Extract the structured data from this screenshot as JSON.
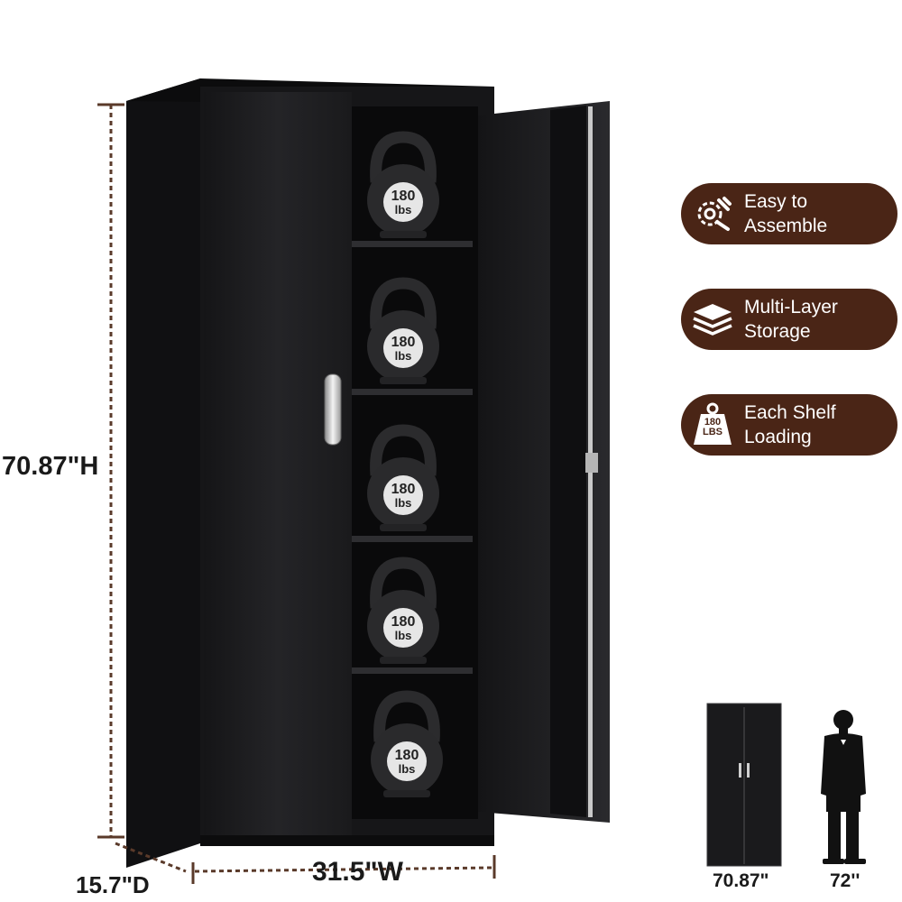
{
  "dimensions": {
    "height": "70.87\"H",
    "depth": "15.7\"D",
    "width": "31.5\"W"
  },
  "features": [
    {
      "icon": "gear-wrench-icon",
      "line1": "Easy to",
      "line2": "Assemble"
    },
    {
      "icon": "layers-icon",
      "line1": "Multi-Layer",
      "line2": "Storage"
    },
    {
      "icon": "weight-icon",
      "icon_text_top": "180",
      "icon_text_bottom": "LBS",
      "line1": "Each Shelf",
      "line2": "Loading"
    }
  ],
  "shelf_loads": [
    {
      "value": "180",
      "unit": "lbs"
    },
    {
      "value": "180",
      "unit": "lbs"
    },
    {
      "value": "180",
      "unit": "lbs"
    },
    {
      "value": "180",
      "unit": "lbs"
    },
    {
      "value": "180",
      "unit": "lbs"
    }
  ],
  "comparison": {
    "cabinet_height": "70.87\"",
    "person_height": "72''"
  },
  "colors": {
    "cabinet": "#1c1c1e",
    "pill": "#4a2516",
    "dimension_line": "#5a3a2a"
  }
}
